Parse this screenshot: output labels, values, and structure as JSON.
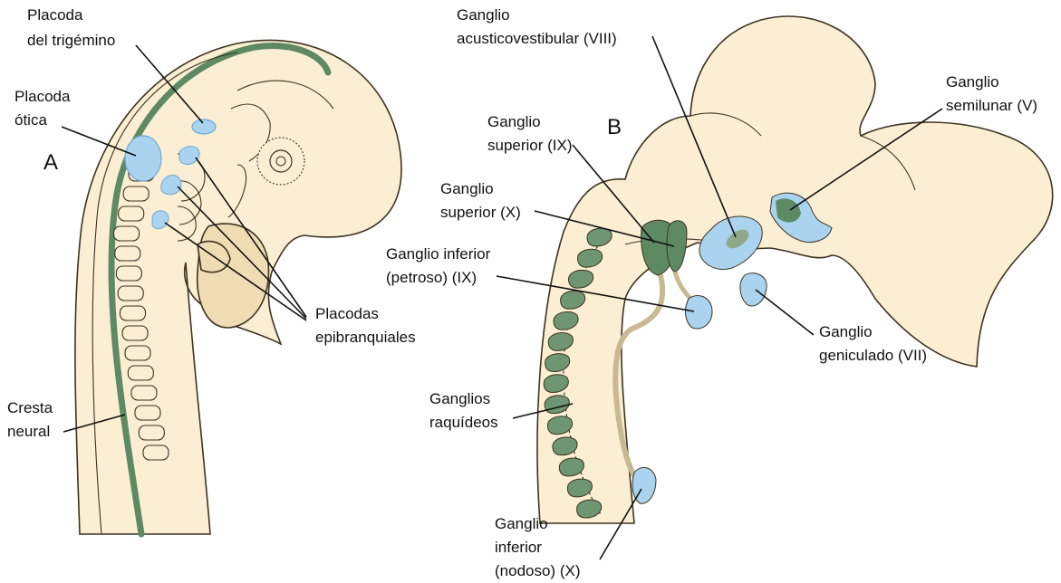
{
  "colors": {
    "embryo_fill": "#fbeed3",
    "outline": "#3d3320",
    "neural_crest": "#5d8a63",
    "placode": "#a9d3ef",
    "nerve": "#c9b992"
  },
  "panels": {
    "a": "A",
    "b": "B"
  },
  "panel_a": {
    "placoda_trigemino": [
      "Placoda",
      "del trigémino"
    ],
    "placoda_otica": [
      "Placoda",
      "ótica"
    ],
    "placodas_epibranquiales": [
      "Placodas",
      "epibranquiales"
    ],
    "cresta_neural": [
      "Cresta",
      "neural"
    ]
  },
  "panel_b": {
    "acusticovestibular": [
      "Ganglio",
      "acusticovestibular (VIII)"
    ],
    "semilunar": [
      "Ganglio",
      "semilunar (V)"
    ],
    "superior_ix": [
      "Ganglio",
      "superior (IX)"
    ],
    "superior_x": [
      "Ganglio",
      "superior (X)"
    ],
    "inferior_petroso": [
      "Ganglio inferior",
      "(petroso) (IX)"
    ],
    "geniculado": [
      "Ganglio",
      "geniculado (VII)"
    ],
    "raquideos": [
      "Ganglios",
      "raquídeos"
    ],
    "inferior_nodoso": [
      "Ganglio",
      "inferior",
      "(nodoso) (X)"
    ]
  }
}
